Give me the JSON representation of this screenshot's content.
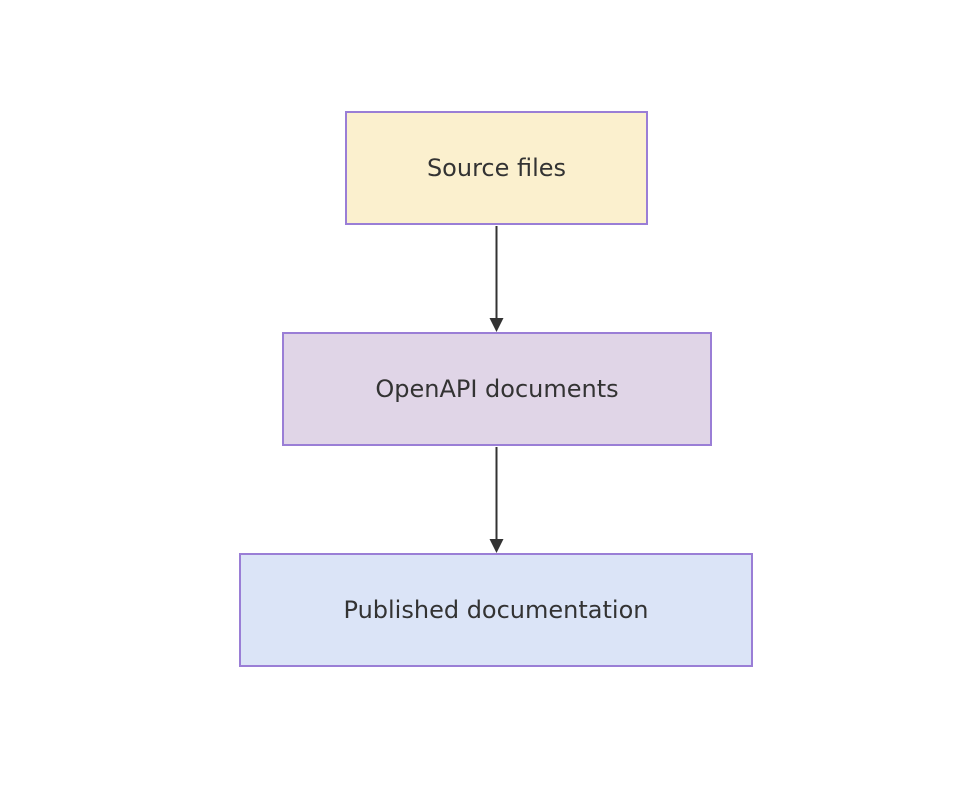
{
  "diagram": {
    "type": "flowchart",
    "direction": "top-down",
    "background": "#ffffff",
    "edge_color": "#333333",
    "nodes": [
      {
        "id": "source",
        "label": "Source files",
        "fill": "#fbf0ce",
        "border": "#9a7ed6",
        "text_color": "#333333"
      },
      {
        "id": "openapi",
        "label": "OpenAPI documents",
        "fill": "#e0d5e7",
        "border": "#9a7ed6",
        "text_color": "#333333"
      },
      {
        "id": "published",
        "label": "Published documentation",
        "fill": "#dbe4f7",
        "border": "#9a7ed6",
        "text_color": "#333333"
      }
    ],
    "edges": [
      {
        "from": "source",
        "to": "openapi"
      },
      {
        "from": "openapi",
        "to": "published"
      }
    ]
  }
}
